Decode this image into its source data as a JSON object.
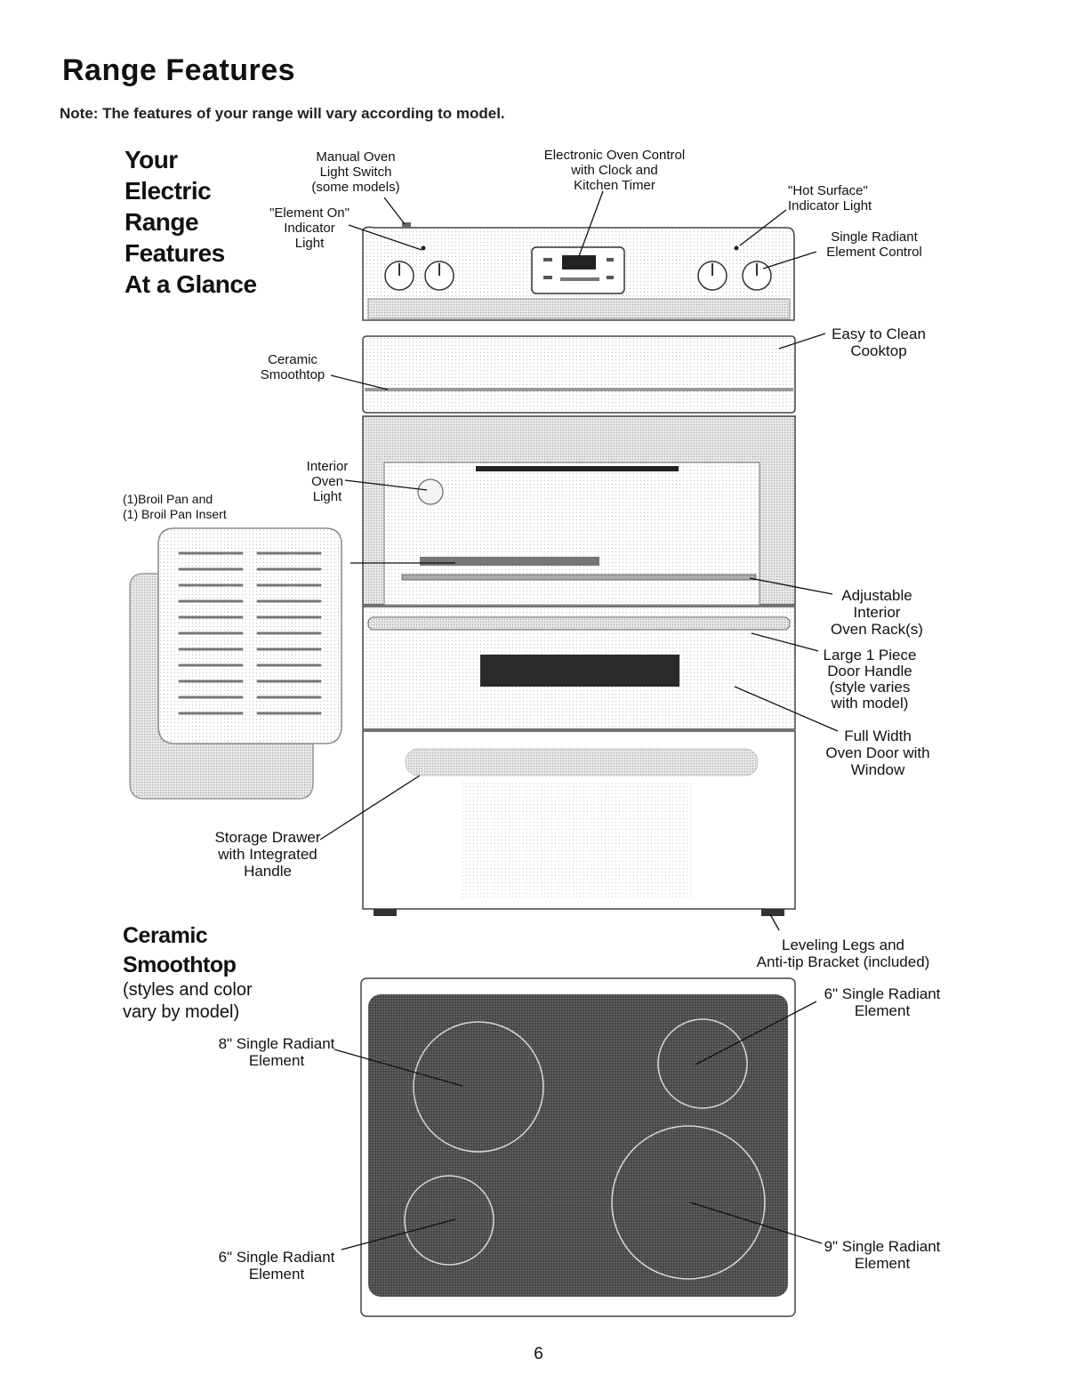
{
  "page": {
    "title": "Range Features",
    "note": "Note: The features of your range will vary according to model.",
    "page_number": "6"
  },
  "range_section": {
    "heading": [
      "Your",
      "Electric",
      "Range",
      "Features",
      "At a Glance"
    ],
    "labels": {
      "manual_light": "Manual Oven\nLight Switch\n(some models)",
      "oven_control": "Electronic Oven Control\nwith Clock and\nKitchen Timer",
      "hot_surface": "\"Hot Surface\"\nIndicator Light",
      "element_on": "\"Element On\"\nIndicator\nLight",
      "element_control": "Single Radiant\nElement Control",
      "easy_clean": "Easy to Clean\nCooktop",
      "smoothtop": "Ceramic\nSmoothtop",
      "interior_light": "Interior\nOven\nLight",
      "broil_pan": "(1)Broil Pan and\n(1) Broil Pan Insert",
      "oven_rack": "Adjustable\nInterior\nOven Rack(s)",
      "door_handle": "Large 1 Piece\nDoor Handle\n(style varies\nwith model)",
      "oven_door": "Full Width\nOven Door with\nWindow",
      "storage_drawer": "Storage Drawer\nwith Integrated\nHandle",
      "leveling_legs": "Leveling Legs and\nAnti-tip Bracket (included)"
    }
  },
  "cooktop_section": {
    "heading": [
      "Ceramic",
      "Smoothtop"
    ],
    "subheading": [
      "(styles and color",
      "vary by model)"
    ],
    "labels": {
      "element_8": "8\" Single Radiant\nElement",
      "element_6_top": "6\" Single Radiant\nElement",
      "element_6_bottom": "6\" Single Radiant\nElement",
      "element_9": "9\" Single Radiant\nElement"
    }
  }
}
